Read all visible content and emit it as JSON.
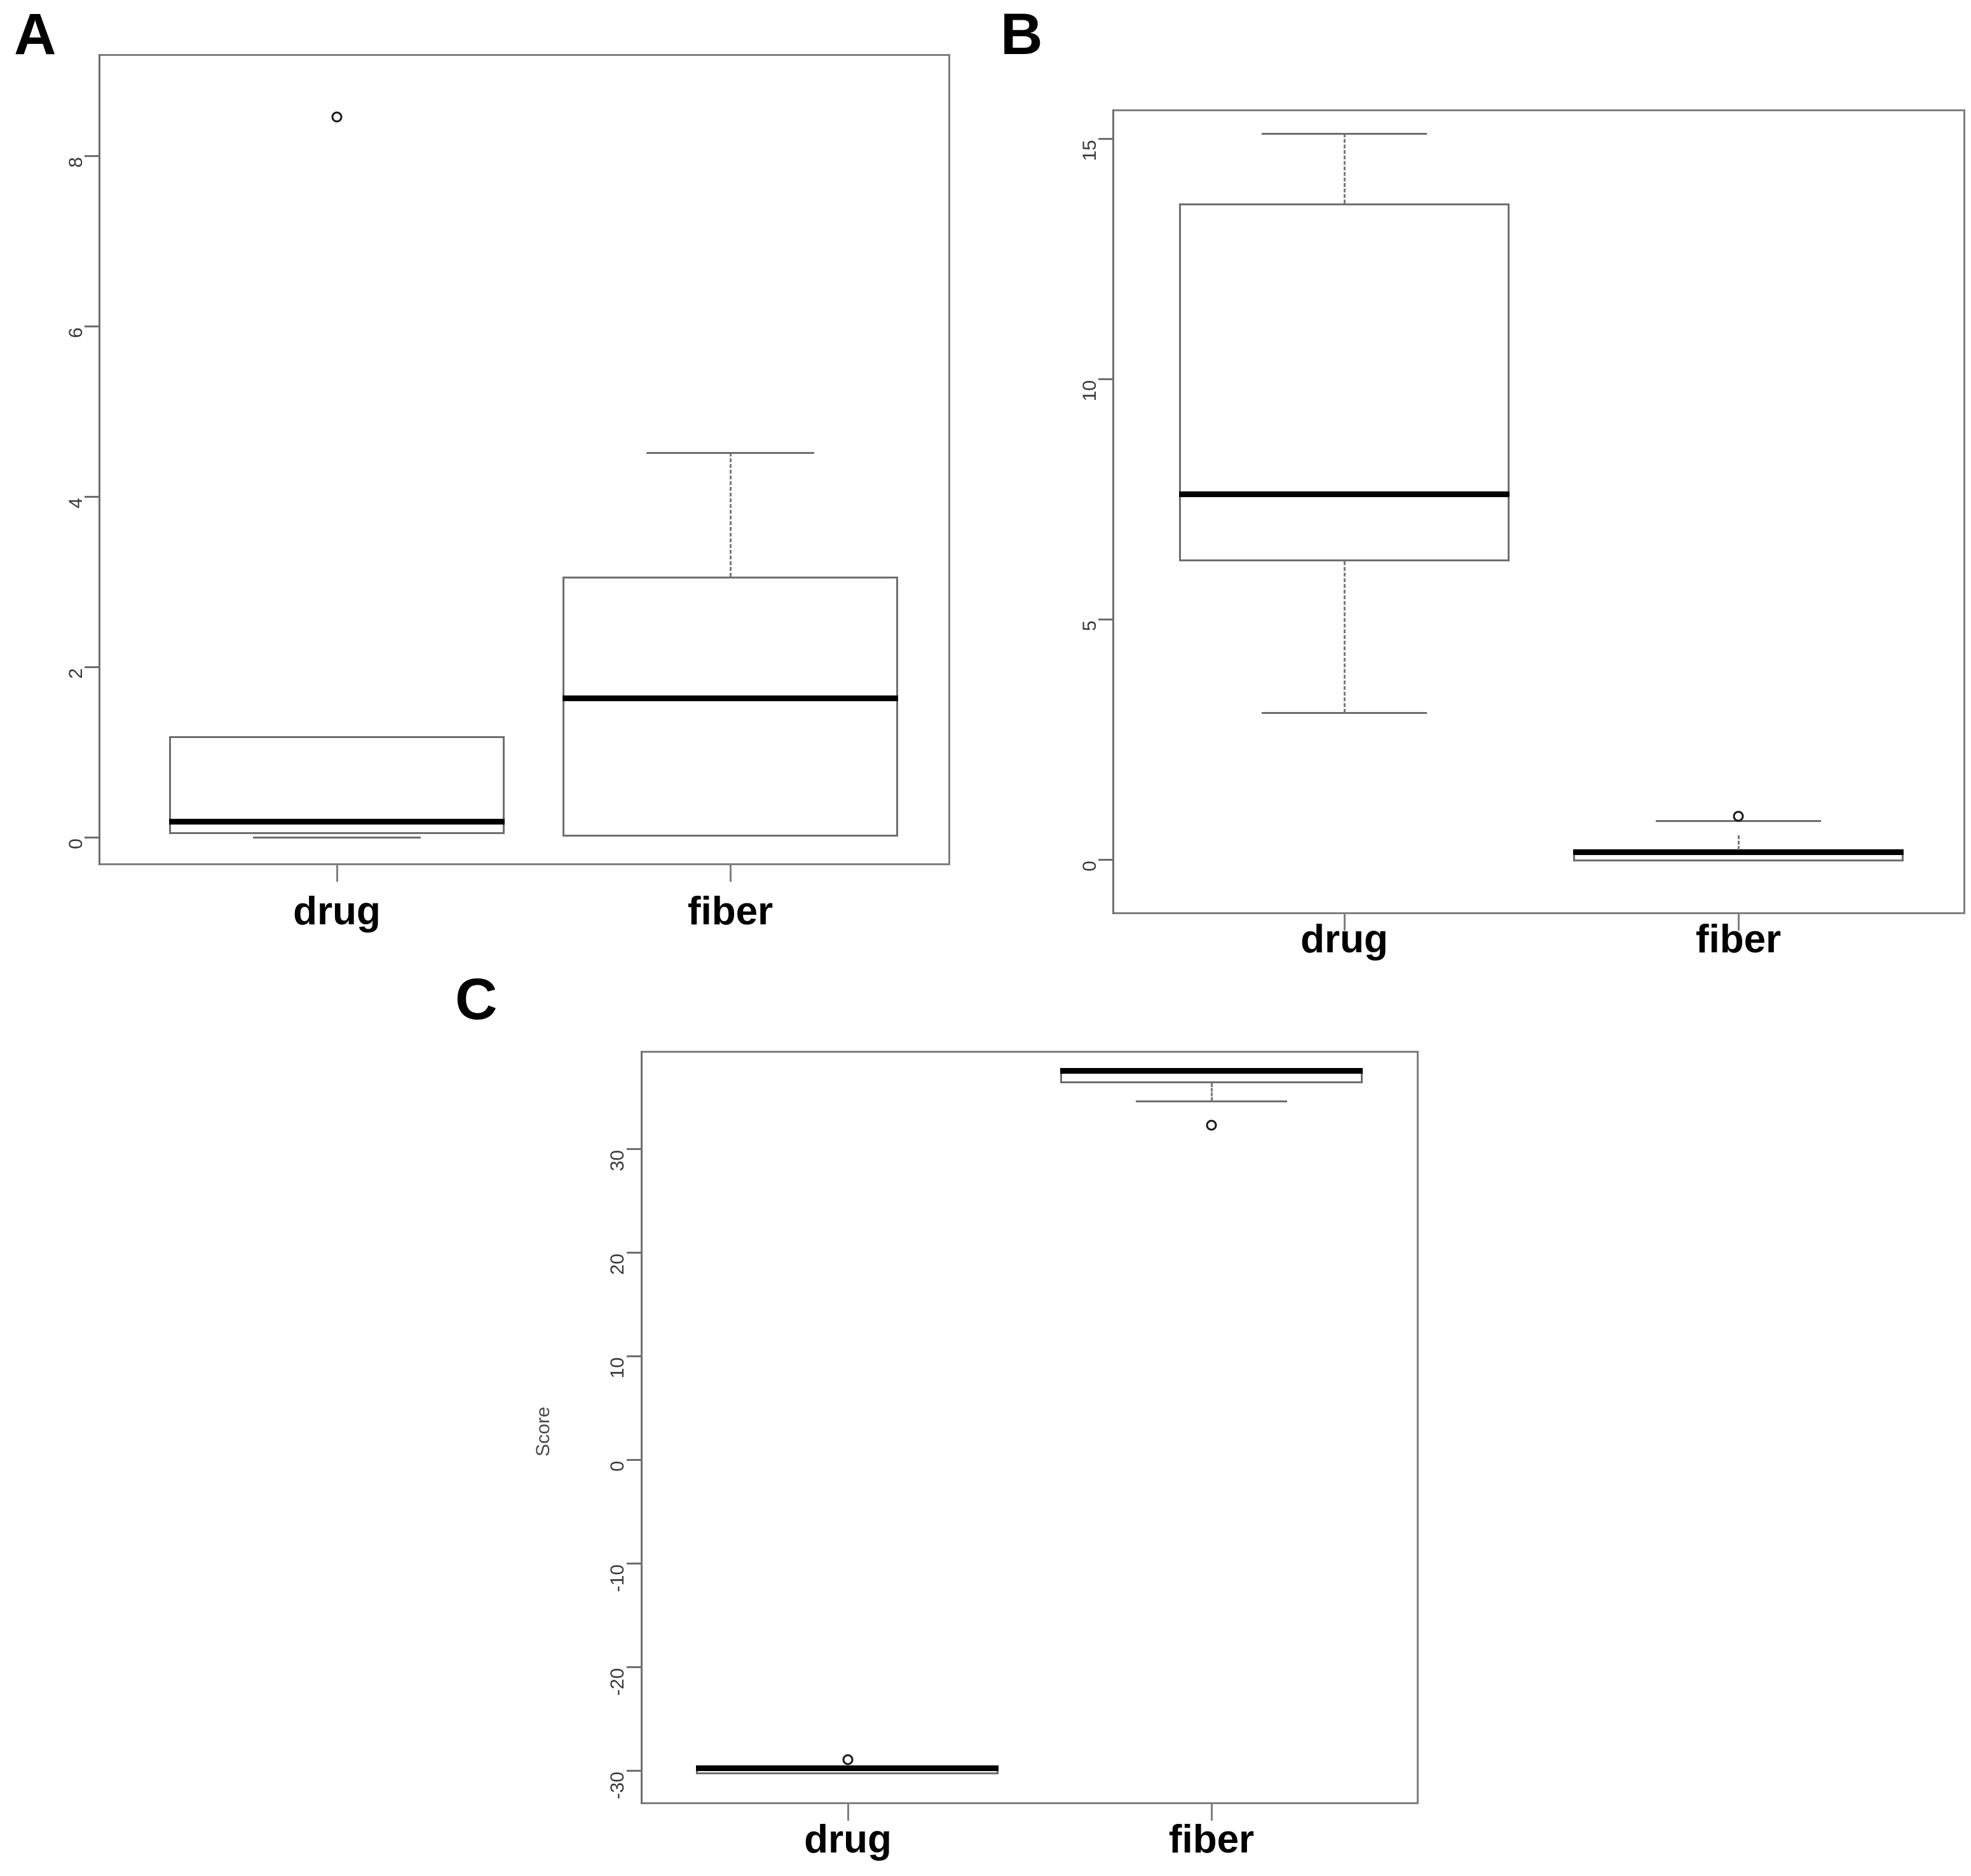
{
  "figure": {
    "panels": [
      {
        "letter": "A"
      },
      {
        "letter": "B"
      },
      {
        "letter": "C"
      }
    ]
  },
  "chart_data": [
    {
      "panel": "A",
      "type": "box",
      "title": "A",
      "xlabel": "",
      "ylabel": "",
      "categories": [
        "drug",
        "fiber"
      ],
      "ytick_labels": [
        "0",
        "2",
        "4",
        "6",
        "8"
      ],
      "ytick_values": [
        0,
        2,
        4,
        6,
        8
      ],
      "ylim": [
        -0.55,
        9.0
      ],
      "grid": false,
      "legend": "none",
      "boxes": [
        {
          "category": "drug",
          "whisker_low": 0.02,
          "q1": 0.05,
          "median": 0.19,
          "q3": 1.18,
          "whisker_high": 1.18,
          "outliers": [
            8.45
          ]
        },
        {
          "category": "fiber",
          "whisker_low": 0.0,
          "q1": 0.0,
          "median": 1.63,
          "q3": 3.05,
          "whisker_high": 4.5,
          "outliers": []
        }
      ]
    },
    {
      "panel": "B",
      "type": "box",
      "title": "B",
      "xlabel": "",
      "ylabel": "",
      "categories": [
        "drug",
        "fiber"
      ],
      "ytick_labels": [
        "0",
        "5",
        "10",
        "15"
      ],
      "ytick_values": [
        0,
        5,
        10,
        15
      ],
      "ylim": [
        -1.4,
        16.2
      ],
      "grid": false,
      "legend": "none",
      "boxes": [
        {
          "category": "drug",
          "whisker_low": 3.05,
          "q1": 6.2,
          "median": 7.6,
          "q3": 13.65,
          "whisker_high": 15.1,
          "outliers": []
        },
        {
          "category": "fiber",
          "whisker_low": 0.08,
          "q1": 0.08,
          "median": 0.12,
          "q3": 0.15,
          "whisker_high": 0.5,
          "outliers": [
            0.55
          ]
        }
      ]
    },
    {
      "panel": "C",
      "type": "box",
      "title": "C",
      "xlabel": "",
      "ylabel": "Score",
      "categories": [
        "drug",
        "fiber"
      ],
      "ytick_labels": [
        "-30",
        "-20",
        "-10",
        "0",
        "10",
        "20",
        "30"
      ],
      "ytick_values": [
        -30,
        -20,
        -10,
        0,
        10,
        20,
        30
      ],
      "ylim": [
        -37.5,
        36.5
      ],
      "grid": false,
      "legend": "none",
      "boxes": [
        {
          "category": "drug",
          "whisker_low": -33.9,
          "q1": -33.9,
          "median": -33.8,
          "q3": -33.7,
          "whisker_high": -33.7,
          "outliers": [
            -33.0
          ]
        },
        {
          "category": "fiber",
          "whisker_low": 31.7,
          "q1": 33.1,
          "median": 33.4,
          "q3": 33.4,
          "whisker_high": 33.4,
          "outliers": [
            29.8
          ]
        }
      ]
    }
  ],
  "colors": {
    "frame": "#7f7f7f",
    "box_outline": "#6e6e6e",
    "median": "#000000",
    "whisker": "#7a7a7a",
    "outlier": "#1a1a1a",
    "tick_label": "#3a3a3a",
    "group_label": "#000000",
    "background": "#ffffff"
  }
}
